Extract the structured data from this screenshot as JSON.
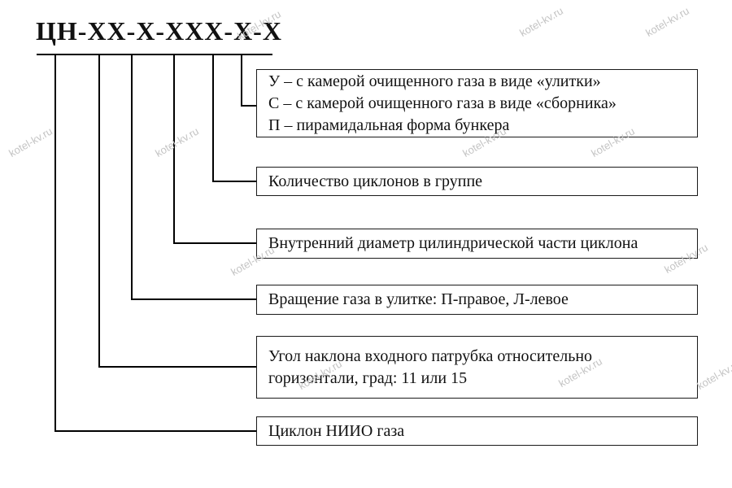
{
  "diagram": {
    "code": "ЦН-ХХ-Х-ХХХ-Х-Х",
    "watermark": "kotel-kv.ru",
    "colors": {
      "background": "#ffffff",
      "line": "#000000",
      "watermark": "#c4c4c4"
    },
    "boxes": [
      {
        "name": "gas-chamber-type",
        "lines": [
          "У – с камерой очищенного газа в виде «улитки»",
          "С – с камерой очищенного газа в виде «сборника»",
          "П – пирамидальная форма бункера"
        ]
      },
      {
        "name": "cyclones-count",
        "lines": [
          "Количество циклонов в группе"
        ]
      },
      {
        "name": "inner-diameter",
        "lines": [
          "Внутренний диаметр цилиндрической части циклона"
        ]
      },
      {
        "name": "gas-rotation",
        "lines": [
          "Вращение газа в улитке: П-правое, Л-левое"
        ]
      },
      {
        "name": "inlet-angle",
        "lines": [
          "Угол наклона входного патрубка относительно",
          "горизонтали, град: 11 или 15"
        ]
      },
      {
        "name": "cyclone-type",
        "lines": [
          "Циклон НИИО газа"
        ]
      }
    ]
  }
}
